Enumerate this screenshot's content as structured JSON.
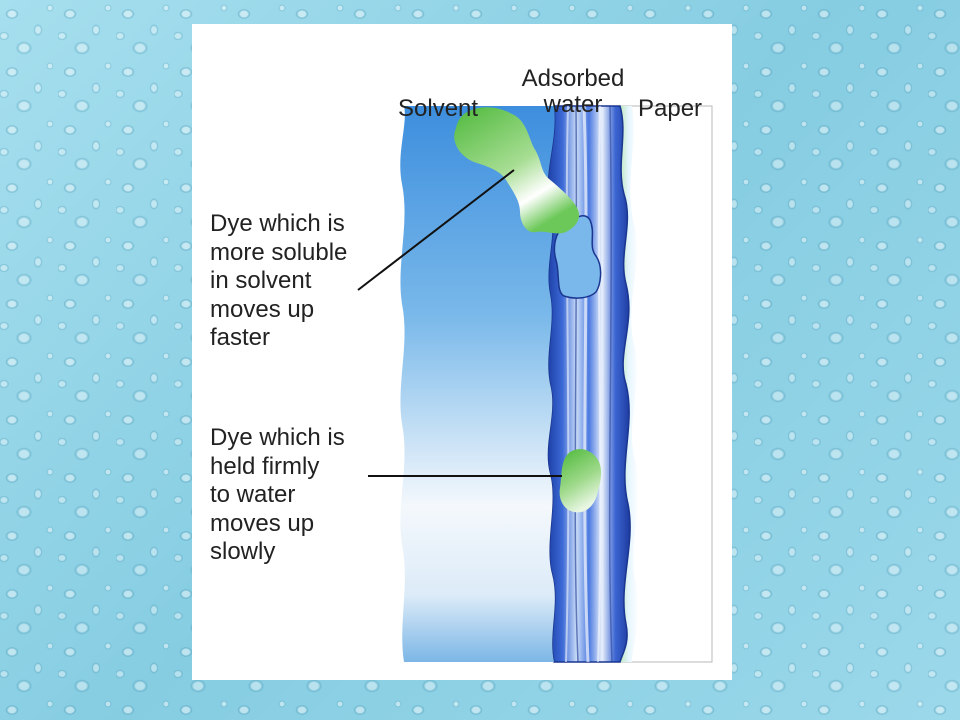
{
  "labels": {
    "solvent": "Solvent",
    "adsorbed_water": "Adsorbed\nwater",
    "paper": "Paper",
    "dye_soluble": "Dye which is\nmore soluble\nin solvent\nmoves up\nfaster",
    "dye_held": "Dye which is\nheld firmly\nto water\nmoves up\nslowly"
  },
  "colors": {
    "background": "#8fd3e6",
    "panel": "#ffffff",
    "solvent": "#4a9ee0",
    "adsorbed_water": "#2f5cc8",
    "dye": "#5fc24a",
    "paper": "#ffffff"
  }
}
